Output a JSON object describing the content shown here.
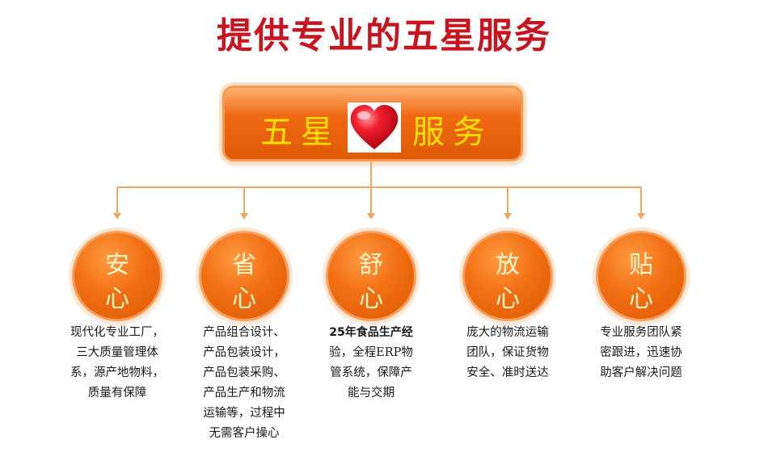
{
  "title": "提供专业的五星服务",
  "main": {
    "left_text": "五星",
    "right_text": "服务",
    "heart_icon": "heart-icon"
  },
  "colors": {
    "title": "#c8141e",
    "orange": "#f06812",
    "gold_text": "#ffe100",
    "connector": "#f0a860"
  },
  "items": [
    {
      "top": "安",
      "bottom": "心",
      "desc": [
        "现代化专业工厂，",
        "三大质量管理体",
        "系，源产地物料，",
        "质量有保障"
      ]
    },
    {
      "top": "省",
      "bottom": "心",
      "desc": [
        "产品组合设计、",
        "产品包装设计，",
        "产品包装采购、",
        "产品生产和物流",
        "运输等，过程中",
        "无需客户操心"
      ]
    },
    {
      "top": "舒",
      "bottom": "心",
      "desc": [
        "25年食品生产经",
        "验，全程ERP物",
        "管系统，保障产",
        "能与交期"
      ]
    },
    {
      "top": "放",
      "bottom": "心",
      "desc": [
        "庞大的物流运输",
        "团队，保证货物",
        "安全、准时送达"
      ]
    },
    {
      "top": "贴",
      "bottom": "心",
      "desc": [
        "专业服务团队紧",
        "密跟进，迅速协",
        "助客户解决问题"
      ]
    }
  ]
}
